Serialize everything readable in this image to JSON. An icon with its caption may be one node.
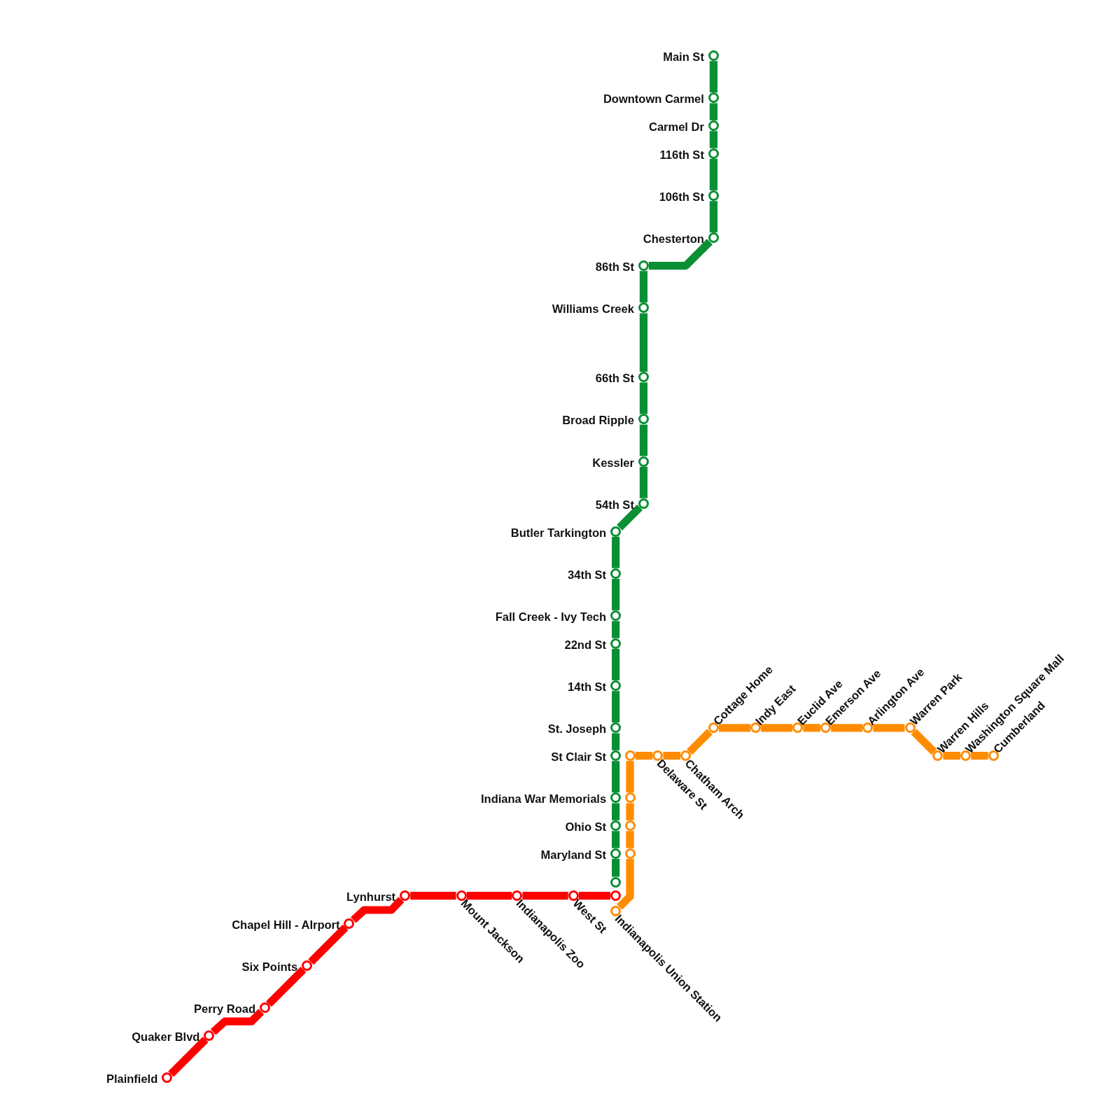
{
  "diagram": {
    "nodes": [
      {
        "text": [
          "Main St"
        ]
      },
      {
        "text": [
          "Downtown Carmel"
        ]
      },
      {
        "text": [
          "Carmel Dr"
        ]
      },
      {
        "text": [
          "116th St"
        ]
      },
      {
        "text": [
          "106th St"
        ]
      },
      {
        "text": [
          "Chesterton"
        ]
      },
      {
        "text": [
          "86th St"
        ]
      },
      {
        "text": [
          "Williams Creek"
        ]
      },
      {
        "text": [
          "66th St"
        ]
      },
      {
        "text": [
          "Broad Ripple"
        ]
      },
      {
        "text": [
          "Kessler"
        ]
      },
      {
        "text": [
          "54th St"
        ]
      },
      {
        "text": [
          "Butler Tarkington"
        ]
      },
      {
        "text": [
          "34th St"
        ]
      },
      {
        "text": [
          "Fall Creek - Ivy Tech"
        ]
      },
      {
        "text": [
          "22nd St"
        ]
      },
      {
        "text": [
          "14th St"
        ]
      },
      {
        "text": [
          "St. Joseph"
        ]
      },
      {
        "text": [
          "St Clair St"
        ]
      },
      {
        "text": [
          "Indiana War Memorials"
        ]
      },
      {
        "text": [
          "Ohio St"
        ]
      },
      {
        "text": [
          "Maryland St"
        ]
      },
      {
        "text": [],
        "shape": "circle"
      },
      {
        "text": [],
        "shape": "circle"
      },
      {
        "text": [
          "Delaware St"
        ]
      },
      {
        "text": [
          "Chatham Arch"
        ]
      },
      {
        "text": [
          "Cottage Home"
        ]
      },
      {
        "text": [
          "Indy East"
        ]
      },
      {
        "text": [
          "Euclid Ave"
        ]
      },
      {
        "text": [
          "Emerson Ave"
        ]
      },
      {
        "text": [
          "Arlington Ave"
        ]
      },
      {
        "text": [
          "Warren Park"
        ]
      },
      {
        "text": [
          "Warren Hills"
        ]
      },
      {
        "text": [
          "Washington Square Mall"
        ]
      },
      {
        "text": [
          "Cumberland"
        ]
      },
      {
        "text": [],
        "shape": "circle"
      },
      {
        "text": [],
        "shape": "circle"
      },
      {
        "text": [],
        "shape": "circle"
      },
      {
        "text": [
          "Indianapolis Union Station"
        ]
      },
      {
        "text": [
          "Plainfield"
        ]
      },
      {
        "text": [
          "Quaker Blvd"
        ]
      },
      {
        "text": [
          "Perry Road"
        ]
      },
      {
        "text": [
          "Six Points"
        ]
      },
      {
        "text": [
          "Chapel Hill - AIrport"
        ]
      },
      {
        "text": [
          "Lynhurst"
        ]
      },
      {
        "text": [
          "Mount Jackson"
        ]
      },
      {
        "text": [
          "Indianapolis Zoo"
        ]
      },
      {
        "text": [
          "West St"
        ]
      },
      {
        "text": [],
        "shape": "circle"
      }
    ],
    "edges": [
      {
        "from": 0,
        "to": 1,
        "arrow": "none"
      },
      {
        "from": 1,
        "to": 2,
        "arrow": "none"
      },
      {
        "from": 2,
        "to": 3,
        "arrow": "none"
      },
      {
        "from": 3,
        "to": 4,
        "arrow": "none"
      },
      {
        "from": 4,
        "to": 5,
        "arrow": "none"
      },
      {
        "from": 5,
        "to": 6,
        "arrow": "none"
      },
      {
        "from": 6,
        "to": 7,
        "arrow": "none"
      },
      {
        "from": 7,
        "to": 8,
        "arrow": "none"
      },
      {
        "from": 8,
        "to": 9,
        "arrow": "none"
      },
      {
        "from": 9,
        "to": 10,
        "arrow": "none"
      },
      {
        "from": 10,
        "to": 11,
        "arrow": "none"
      },
      {
        "from": 11,
        "to": 12,
        "arrow": "none"
      },
      {
        "from": 12,
        "to": 13,
        "arrow": "none"
      },
      {
        "from": 13,
        "to": 14,
        "arrow": "none"
      },
      {
        "from": 14,
        "to": 15,
        "arrow": "none"
      },
      {
        "from": 15,
        "to": 16,
        "arrow": "none"
      },
      {
        "from": 16,
        "to": 17,
        "arrow": "none"
      },
      {
        "from": 17,
        "to": 18,
        "arrow": "none"
      },
      {
        "from": 18,
        "to": 19,
        "arrow": "none"
      },
      {
        "from": 19,
        "to": 20,
        "arrow": "none"
      },
      {
        "from": 20,
        "to": 21,
        "arrow": "none"
      },
      {
        "from": 21,
        "to": 22,
        "arrow": "none"
      },
      {
        "from": 38,
        "to": 37,
        "arrow": "none",
        "color": "#ff8c00"
      },
      {
        "from": 37,
        "to": 36,
        "arrow": "none",
        "color": "#ff8c00"
      },
      {
        "from": 36,
        "to": 35,
        "arrow": "none",
        "color": "#ff8c00"
      },
      {
        "from": 35,
        "to": 23,
        "arrow": "none",
        "color": "#ff8c00"
      },
      {
        "from": 23,
        "to": 24,
        "arrow": "none",
        "color": "#ff8c00"
      },
      {
        "from": 24,
        "to": 25,
        "arrow": "none",
        "color": "#ff8c00"
      },
      {
        "from": 25,
        "to": 26,
        "arrow": "none",
        "color": "#ff8c00"
      },
      {
        "from": 26,
        "to": 27,
        "arrow": "none",
        "color": "#ff8c00"
      },
      {
        "from": 27,
        "to": 28,
        "arrow": "none",
        "color": "#ff8c00"
      },
      {
        "from": 28,
        "to": 29,
        "arrow": "none",
        "color": "#ff8c00"
      },
      {
        "from": 29,
        "to": 30,
        "arrow": "none",
        "color": "#ff8c00"
      },
      {
        "from": 30,
        "to": 31,
        "arrow": "none",
        "color": "#ff8c00"
      },
      {
        "from": 31,
        "to": 32,
        "arrow": "none",
        "color": "#ff8c00"
      },
      {
        "from": 32,
        "to": 33,
        "arrow": "none",
        "color": "#ff8c00"
      },
      {
        "from": 33,
        "to": 34,
        "arrow": "none",
        "color": "#ff8c00"
      },
      {
        "from": 39,
        "to": 40,
        "arrow": "none",
        "color": "#ff0000"
      },
      {
        "from": 40,
        "to": 41,
        "arrow": "none",
        "color": "#ff0000"
      },
      {
        "from": 41,
        "to": 42,
        "arrow": "none",
        "color": "#ff0000"
      },
      {
        "from": 42,
        "to": 43,
        "arrow": "none",
        "color": "#ff0000"
      },
      {
        "from": 43,
        "to": 44,
        "arrow": "none",
        "color": "#ff0000"
      },
      {
        "from": 44,
        "to": 45,
        "arrow": "none",
        "color": "#ff0000"
      },
      {
        "from": 45,
        "to": 46,
        "arrow": "none",
        "color": "#ff0000"
      },
      {
        "from": 46,
        "to": 47,
        "arrow": "none",
        "color": "#ff0000"
      },
      {
        "from": 47,
        "to": 48,
        "arrow": "none",
        "color": "#ff0000"
      }
    ]
  }
}
